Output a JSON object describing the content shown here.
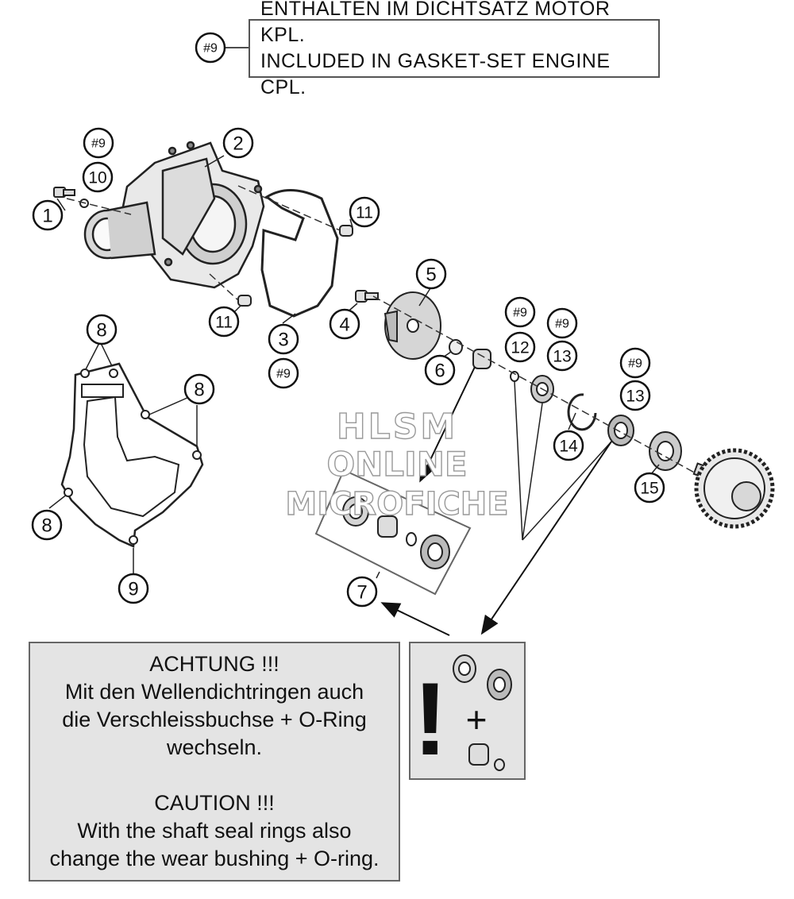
{
  "note": {
    "ref": "#9",
    "line_de": "ENTHALTEN IM DICHTSATZ MOTOR KPL.",
    "line_en": "INCLUDED IN GASKET-SET ENGINE CPL."
  },
  "callouts": {
    "c1": "1",
    "c2": "2",
    "c3": "3",
    "c4": "4",
    "c5": "5",
    "c6": "6",
    "c7": "7",
    "c8a": "8",
    "c8b": "8",
    "c8c": "8",
    "c9": "9",
    "c10": "10",
    "c11a": "11",
    "c11b": "11",
    "c12": "12",
    "c13a": "13",
    "c13b": "13",
    "c14": "14",
    "c15": "15",
    "h9a": "#9",
    "h9b": "#9",
    "h9c": "#9",
    "h9d": "#9",
    "h9e": "#9"
  },
  "warning": {
    "de_title": "ACHTUNG !!!",
    "de_line1": "Mit den Wellendichtringen auch",
    "de_line2": "die Verschleissbuchse + O-Ring",
    "de_line3": "wechseln.",
    "en_title": "CAUTION !!!",
    "en_line1": "With the shaft seal rings also",
    "en_line2": "change the wear bushing + O-ring."
  },
  "icon_box": {
    "exclamation": "!",
    "plus": "+"
  },
  "watermark": {
    "line1": "HLSM",
    "line2": "ONLINE",
    "line3": "MICROFICHE"
  }
}
